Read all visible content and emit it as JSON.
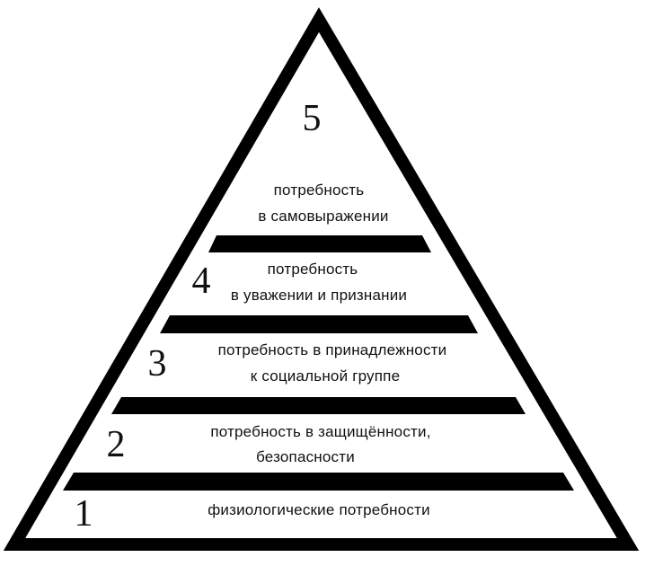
{
  "levels": [
    {
      "number": "1",
      "lines": [
        "физиологические потребности"
      ]
    },
    {
      "number": "2",
      "lines": [
        "потребность в защищённости,",
        "безопасности"
      ]
    },
    {
      "number": "3",
      "lines": [
        "потребность в принадлежности",
        "к социальной группе"
      ]
    },
    {
      "number": "4",
      "lines": [
        "потребность",
        "в уважении и признании"
      ]
    },
    {
      "number": "5",
      "lines": [
        "потребность",
        "в самовыражении"
      ]
    }
  ]
}
